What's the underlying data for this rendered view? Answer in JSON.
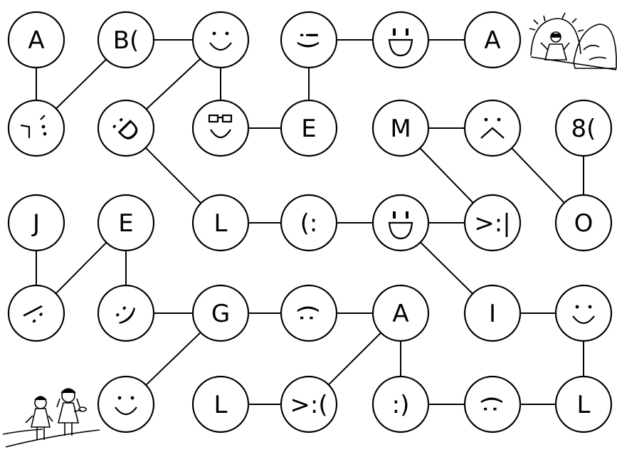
{
  "puzzle": {
    "nodes": [
      {
        "id": "r1c1",
        "label": "A",
        "kind": "letter"
      },
      {
        "id": "r1c2",
        "label": "B(",
        "kind": "letter"
      },
      {
        "id": "r1c3",
        "label": "",
        "kind": "face-smile"
      },
      {
        "id": "r1c4",
        "label": "!)",
        "kind": "emoticon-rot"
      },
      {
        "id": "r1c5",
        "label": "",
        "kind": "face-grin"
      },
      {
        "id": "r1c6",
        "label": "A",
        "kind": "letter"
      },
      {
        "id": "r2c1",
        "label": "",
        "kind": "face-angry"
      },
      {
        "id": "r2c2",
        "label": ":D",
        "kind": "emoticon-diag"
      },
      {
        "id": "r2c3",
        "label": "",
        "kind": "face-glasses"
      },
      {
        "id": "r2c4",
        "label": "E",
        "kind": "letter"
      },
      {
        "id": "r2c5",
        "label": "M",
        "kind": "letter"
      },
      {
        "id": "r2c6",
        "label": "",
        "kind": "face-frown"
      },
      {
        "id": "r2c7",
        "label": "8(",
        "kind": "letter"
      },
      {
        "id": "r3c1",
        "label": "J",
        "kind": "letter"
      },
      {
        "id": "r3c2",
        "label": "E",
        "kind": "letter"
      },
      {
        "id": "r3c3",
        "label": "L",
        "kind": "letter"
      },
      {
        "id": "r3c4",
        "label": "(:",
        "kind": "letter"
      },
      {
        "id": "r3c5",
        "label": "",
        "kind": "face-grin"
      },
      {
        "id": "r3c6",
        "label": ">:|",
        "kind": "letter"
      },
      {
        "id": "r3c7",
        "label": "O",
        "kind": "letter"
      },
      {
        "id": "r4c1",
        "label": "/:",
        "kind": "emoticon-diag"
      },
      {
        "id": "r4c2",
        "label": ":)",
        "kind": "emoticon-diag"
      },
      {
        "id": "r4c3",
        "label": "G",
        "kind": "letter"
      },
      {
        "id": "r4c4",
        "label": "(:",
        "kind": "emoticon-rot"
      },
      {
        "id": "r4c5",
        "label": "A",
        "kind": "letter"
      },
      {
        "id": "r4c6",
        "label": "I",
        "kind": "letter"
      },
      {
        "id": "r4c7",
        "label": "",
        "kind": "face-smile"
      },
      {
        "id": "r5c2",
        "label": "",
        "kind": "face-smile"
      },
      {
        "id": "r5c3",
        "label": "L",
        "kind": "letter"
      },
      {
        "id": "r5c4",
        "label": ">:(",
        "kind": "letter"
      },
      {
        "id": "r5c5",
        "label": ":)",
        "kind": "letter"
      },
      {
        "id": "r5c6",
        "label": "(:",
        "kind": "emoticon-rot"
      },
      {
        "id": "r5c7",
        "label": "L",
        "kind": "letter"
      }
    ],
    "edges": [
      [
        "r1c1",
        "r2c1"
      ],
      [
        "r1c2",
        "r2c1"
      ],
      [
        "r1c2",
        "r1c3"
      ],
      [
        "r1c3",
        "r2c3"
      ],
      [
        "r1c3",
        "r2c2"
      ],
      [
        "r2c2",
        "r3c3"
      ],
      [
        "r2c3",
        "r2c4"
      ],
      [
        "r1c4",
        "r2c4"
      ],
      [
        "r1c4",
        "r1c5"
      ],
      [
        "r1c5",
        "r1c6"
      ],
      [
        "r2c5",
        "r2c6"
      ],
      [
        "r2c5",
        "r3c6"
      ],
      [
        "r2c6",
        "r3c7"
      ],
      [
        "r2c7",
        "r3c7"
      ],
      [
        "r3c1",
        "r4c1"
      ],
      [
        "r3c2",
        "r4c1"
      ],
      [
        "r3c2",
        "r4c2"
      ],
      [
        "r3c3",
        "r3c4"
      ],
      [
        "r3c4",
        "r3c5"
      ],
      [
        "r3c5",
        "r3c6"
      ],
      [
        "r3c5",
        "r4c6"
      ],
      [
        "r4c2",
        "r4c3"
      ],
      [
        "r4c3",
        "r4c4"
      ],
      [
        "r4c4",
        "r4c5"
      ],
      [
        "r4c6",
        "r4c7"
      ],
      [
        "r4c3",
        "r5c2"
      ],
      [
        "r4c5",
        "r5c4"
      ],
      [
        "r4c5",
        "r5c5"
      ],
      [
        "r5c3",
        "r5c4"
      ],
      [
        "r5c5",
        "r5c6"
      ],
      [
        "r5c6",
        "r5c7"
      ],
      [
        "r4c7",
        "r5c7"
      ]
    ],
    "start_art": "two-children-icon",
    "goal_art": "cave-with-figure-icon"
  }
}
